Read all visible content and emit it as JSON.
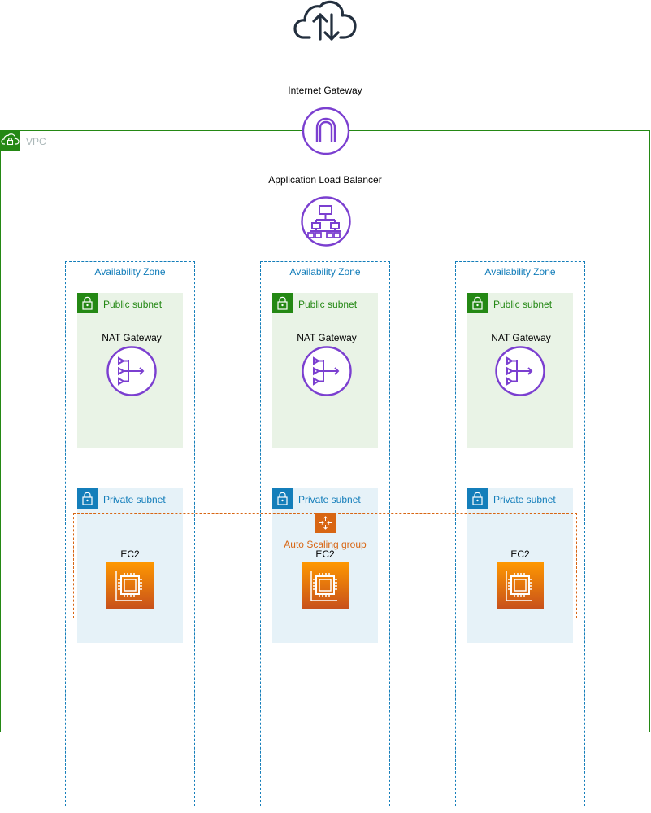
{
  "internet_gateway": {
    "label": "Internet Gateway"
  },
  "vpc": {
    "label": "VPC"
  },
  "alb": {
    "label": "Application Load Balancer"
  },
  "zones": [
    {
      "label": "Availability Zone",
      "public_subnet": "Public subnet",
      "nat": "NAT Gateway",
      "private_subnet": "Private subnet",
      "ec2": "EC2"
    },
    {
      "label": "Availability Zone",
      "public_subnet": "Public subnet",
      "nat": "NAT Gateway",
      "private_subnet": "Private subnet",
      "ec2": "EC2"
    },
    {
      "label": "Availability Zone",
      "public_subnet": "Public subnet",
      "nat": "NAT Gateway",
      "private_subnet": "Private subnet",
      "ec2": "EC2"
    }
  ],
  "asg": {
    "label": "Auto Scaling group"
  },
  "colors": {
    "vpc": "#248814",
    "az": "#147eba",
    "gateway": "#7b3fd0",
    "asg": "#d86613",
    "vpc_label": "#aab7b8"
  }
}
